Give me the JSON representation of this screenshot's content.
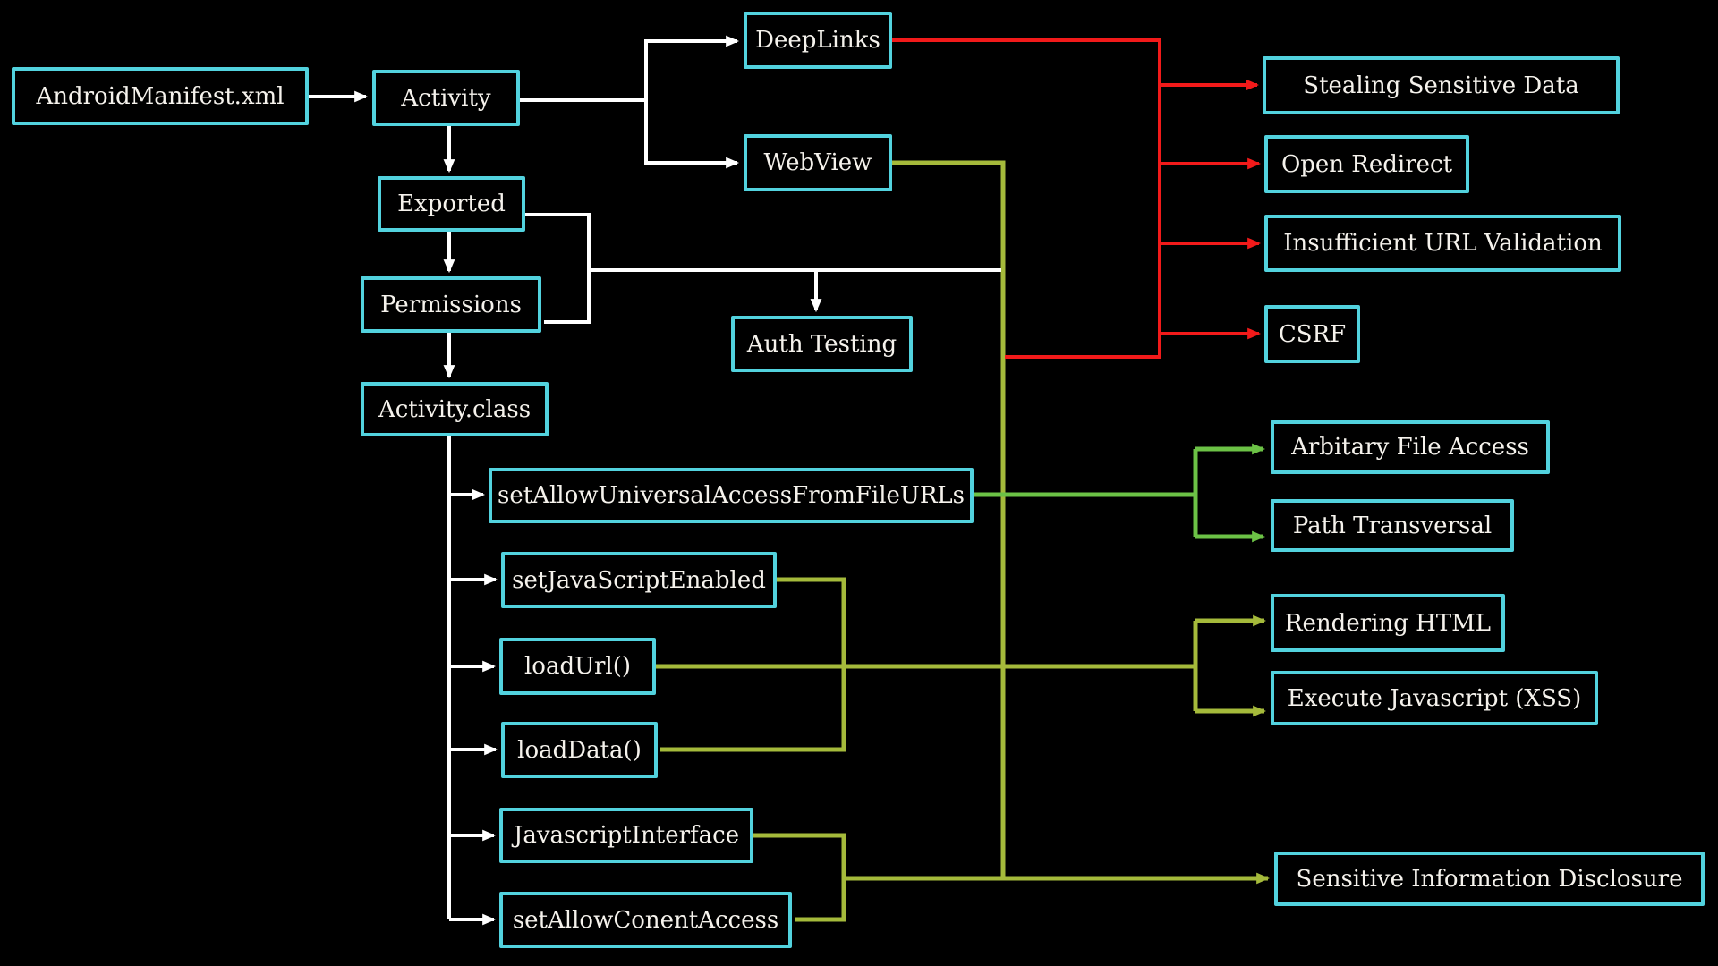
{
  "diagram": {
    "kind": "android-activity-webview-attack-surface-flowchart",
    "background": "#000000"
  },
  "colors": {
    "node_border": "#52d2de",
    "node_text": "#f5f2ec",
    "line_white": "#ffffff",
    "line_red": "#f21a1a",
    "line_olive": "#a5ba3b",
    "line_green": "#6cc246"
  },
  "nodes": {
    "android_manifest": {
      "label": "AndroidManifest.xml"
    },
    "activity": {
      "label": "Activity"
    },
    "deeplinks": {
      "label": "DeepLinks"
    },
    "webview": {
      "label": "WebView"
    },
    "exported": {
      "label": "Exported"
    },
    "permissions": {
      "label": "Permissions"
    },
    "auth_testing": {
      "label": "Auth Testing"
    },
    "activity_class": {
      "label": "Activity.class"
    },
    "set_allow_universal": {
      "label": "setAllowUniversalAccessFromFileURLs"
    },
    "set_javascript_enabled": {
      "label": "setJavaScriptEnabled"
    },
    "load_url": {
      "label": "loadUrl()"
    },
    "load_data": {
      "label": "loadData()"
    },
    "javascript_interface": {
      "label": "JavascriptInterface"
    },
    "set_allow_content_access": {
      "label": "setAllowConentAccess"
    },
    "stealing_sensitive_data": {
      "label": "Stealing Sensitive Data"
    },
    "open_redirect": {
      "label": "Open Redirect"
    },
    "insufficient_url_validation": {
      "label": "Insufficient URL Validation"
    },
    "csrf": {
      "label": "CSRF"
    },
    "arbitary_file_access": {
      "label": "Arbitary File Access"
    },
    "path_transversal": {
      "label": "Path Transversal"
    },
    "rendering_html": {
      "label": "Rendering HTML"
    },
    "execute_javascript_xss": {
      "label": "Execute Javascript (XSS)"
    },
    "sensitive_information_disclosure": {
      "label": "Sensitive Information Disclosure"
    }
  },
  "edges": [
    {
      "from": "android_manifest",
      "to": "activity",
      "color": "white"
    },
    {
      "from": "activity",
      "to": "deeplinks",
      "color": "white"
    },
    {
      "from": "activity",
      "to": "webview",
      "color": "white"
    },
    {
      "from": "activity",
      "to": "exported",
      "color": "white"
    },
    {
      "from": "exported",
      "to": "permissions",
      "color": "white"
    },
    {
      "from": "permissions",
      "to": "activity_class",
      "color": "white"
    },
    {
      "from": "exported",
      "to": "auth_testing",
      "color": "white"
    },
    {
      "from": "permissions",
      "to": "auth_testing",
      "color": "white"
    },
    {
      "from": "activity_class",
      "to": "set_allow_universal",
      "color": "white"
    },
    {
      "from": "activity_class",
      "to": "set_javascript_enabled",
      "color": "white"
    },
    {
      "from": "activity_class",
      "to": "load_url",
      "color": "white"
    },
    {
      "from": "activity_class",
      "to": "load_data",
      "color": "white"
    },
    {
      "from": "activity_class",
      "to": "javascript_interface",
      "color": "white"
    },
    {
      "from": "activity_class",
      "to": "set_allow_content_access",
      "color": "white"
    },
    {
      "from": "deeplinks",
      "to": "stealing_sensitive_data",
      "color": "red"
    },
    {
      "from": "deeplinks",
      "to": "open_redirect",
      "color": "red"
    },
    {
      "from": "deeplinks",
      "to": "insufficient_url_validation",
      "color": "red"
    },
    {
      "from": "deeplinks",
      "to": "csrf",
      "color": "red"
    },
    {
      "from": "set_allow_universal",
      "to": "arbitary_file_access",
      "color": "green"
    },
    {
      "from": "set_allow_universal",
      "to": "path_transversal",
      "color": "green"
    },
    {
      "from": "set_javascript_enabled",
      "to": "rendering_html",
      "color": "olive"
    },
    {
      "from": "load_url",
      "to": "rendering_html",
      "color": "olive"
    },
    {
      "from": "load_data",
      "to": "rendering_html",
      "color": "olive"
    },
    {
      "from": "set_javascript_enabled",
      "to": "execute_javascript_xss",
      "color": "olive"
    },
    {
      "from": "load_url",
      "to": "execute_javascript_xss",
      "color": "olive"
    },
    {
      "from": "load_data",
      "to": "execute_javascript_xss",
      "color": "olive"
    },
    {
      "from": "webview",
      "to": "sensitive_information_disclosure",
      "color": "olive"
    },
    {
      "from": "javascript_interface",
      "to": "sensitive_information_disclosure",
      "color": "olive"
    },
    {
      "from": "set_allow_content_access",
      "to": "sensitive_information_disclosure",
      "color": "olive"
    }
  ]
}
